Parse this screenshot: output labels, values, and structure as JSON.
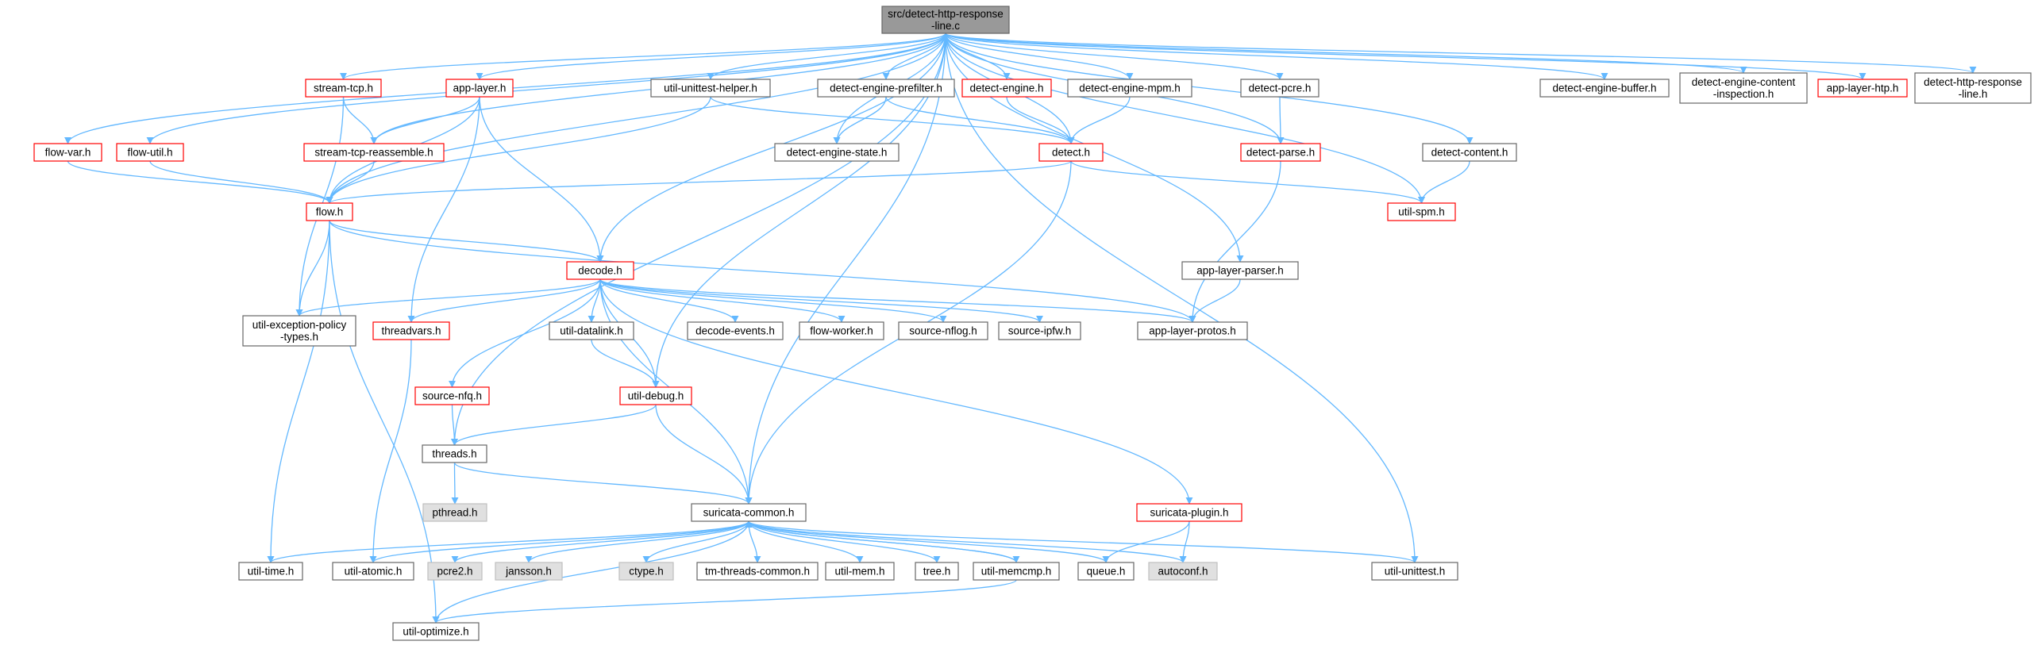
{
  "colors": {
    "edge": "#63b8ff",
    "root_fill": "#999999",
    "root_border": "#666666",
    "normal_border": "#666666",
    "linked_border": "#ff0000",
    "external_fill": "#e0e0e0",
    "external_border": "#bfbfbf",
    "text": "#000000"
  },
  "nodes": [
    {
      "id": "root",
      "label": "src/detect-http-response\n-line.c",
      "kind": "root"
    },
    {
      "id": "stream_tcp",
      "label": "stream-tcp.h",
      "kind": "linked"
    },
    {
      "id": "app_layer",
      "label": "app-layer.h",
      "kind": "linked"
    },
    {
      "id": "util_unittest_helper",
      "label": "util-unittest-helper.h",
      "kind": "normal"
    },
    {
      "id": "detect_engine_prefilter",
      "label": "detect-engine-prefilter.h",
      "kind": "normal"
    },
    {
      "id": "detect_engine",
      "label": "detect-engine.h",
      "kind": "linked"
    },
    {
      "id": "detect_engine_mpm",
      "label": "detect-engine-mpm.h",
      "kind": "normal"
    },
    {
      "id": "detect_pcre",
      "label": "detect-pcre.h",
      "kind": "normal"
    },
    {
      "id": "detect_engine_buffer",
      "label": "detect-engine-buffer.h",
      "kind": "normal"
    },
    {
      "id": "detect_engine_content_inspection",
      "label": "detect-engine-content\n-inspection.h",
      "kind": "normal"
    },
    {
      "id": "app_layer_htp",
      "label": "app-layer-htp.h",
      "kind": "linked"
    },
    {
      "id": "detect_http_response_line_h",
      "label": "detect-http-response\n-line.h",
      "kind": "normal"
    },
    {
      "id": "flow_var",
      "label": "flow-var.h",
      "kind": "linked"
    },
    {
      "id": "flow_util",
      "label": "flow-util.h",
      "kind": "linked"
    },
    {
      "id": "stream_tcp_reassemble",
      "label": "stream-tcp-reassemble.h",
      "kind": "linked"
    },
    {
      "id": "detect_engine_state",
      "label": "detect-engine-state.h",
      "kind": "normal"
    },
    {
      "id": "detect_h",
      "label": "detect.h",
      "kind": "linked"
    },
    {
      "id": "detect_parse",
      "label": "detect-parse.h",
      "kind": "linked"
    },
    {
      "id": "detect_content",
      "label": "detect-content.h",
      "kind": "normal"
    },
    {
      "id": "flow_h",
      "label": "flow.h",
      "kind": "linked"
    },
    {
      "id": "util_spm",
      "label": "util-spm.h",
      "kind": "linked"
    },
    {
      "id": "decode_h",
      "label": "decode.h",
      "kind": "linked"
    },
    {
      "id": "app_layer_parser",
      "label": "app-layer-parser.h",
      "kind": "normal"
    },
    {
      "id": "util_exception_policy_types",
      "label": "util-exception-policy\n-types.h",
      "kind": "normal"
    },
    {
      "id": "threadvars",
      "label": "threadvars.h",
      "kind": "linked"
    },
    {
      "id": "util_datalink",
      "label": "util-datalink.h",
      "kind": "normal"
    },
    {
      "id": "decode_events",
      "label": "decode-events.h",
      "kind": "normal"
    },
    {
      "id": "flow_worker",
      "label": "flow-worker.h",
      "kind": "normal"
    },
    {
      "id": "source_nflog",
      "label": "source-nflog.h",
      "kind": "normal"
    },
    {
      "id": "source_ipfw",
      "label": "source-ipfw.h",
      "kind": "normal"
    },
    {
      "id": "app_layer_protos",
      "label": "app-layer-protos.h",
      "kind": "normal"
    },
    {
      "id": "source_nfq",
      "label": "source-nfq.h",
      "kind": "linked"
    },
    {
      "id": "util_debug",
      "label": "util-debug.h",
      "kind": "linked"
    },
    {
      "id": "threads_h",
      "label": "threads.h",
      "kind": "normal"
    },
    {
      "id": "pthread_h",
      "label": "pthread.h",
      "kind": "external"
    },
    {
      "id": "suricata_common",
      "label": "suricata-common.h",
      "kind": "normal"
    },
    {
      "id": "suricata_plugin",
      "label": "suricata-plugin.h",
      "kind": "linked"
    },
    {
      "id": "util_time",
      "label": "util-time.h",
      "kind": "normal"
    },
    {
      "id": "util_atomic",
      "label": "util-atomic.h",
      "kind": "normal"
    },
    {
      "id": "pcre2_h",
      "label": "pcre2.h",
      "kind": "external"
    },
    {
      "id": "jansson_h",
      "label": "jansson.h",
      "kind": "external"
    },
    {
      "id": "ctype_h",
      "label": "ctype.h",
      "kind": "external"
    },
    {
      "id": "tm_threads_common",
      "label": "tm-threads-common.h",
      "kind": "normal"
    },
    {
      "id": "util_mem",
      "label": "util-mem.h",
      "kind": "normal"
    },
    {
      "id": "tree_h",
      "label": "tree.h",
      "kind": "normal"
    },
    {
      "id": "util_memcmp",
      "label": "util-memcmp.h",
      "kind": "normal"
    },
    {
      "id": "queue_h",
      "label": "queue.h",
      "kind": "normal"
    },
    {
      "id": "autoconf_h",
      "label": "autoconf.h",
      "kind": "external"
    },
    {
      "id": "util_unittest",
      "label": "util-unittest.h",
      "kind": "normal"
    },
    {
      "id": "util_optimize",
      "label": "util-optimize.h",
      "kind": "normal"
    }
  ],
  "edges": [
    [
      "root",
      "stream_tcp"
    ],
    [
      "root",
      "app_layer"
    ],
    [
      "root",
      "util_unittest_helper"
    ],
    [
      "root",
      "detect_engine_prefilter"
    ],
    [
      "root",
      "detect_engine"
    ],
    [
      "root",
      "detect_engine_mpm"
    ],
    [
      "root",
      "detect_pcre"
    ],
    [
      "root",
      "detect_engine_buffer"
    ],
    [
      "root",
      "detect_engine_content_inspection"
    ],
    [
      "root",
      "app_layer_htp"
    ],
    [
      "root",
      "detect_http_response_line_h"
    ],
    [
      "root",
      "flow_var"
    ],
    [
      "root",
      "flow_util"
    ],
    [
      "root",
      "stream_tcp_reassemble"
    ],
    [
      "root",
      "detect_engine_state"
    ],
    [
      "root",
      "detect_h"
    ],
    [
      "root",
      "detect_parse"
    ],
    [
      "root",
      "detect_content"
    ],
    [
      "root",
      "flow_h"
    ],
    [
      "root",
      "util_spm"
    ],
    [
      "root",
      "decode_h"
    ],
    [
      "root",
      "app_layer_parser"
    ],
    [
      "root",
      "threads_h"
    ],
    [
      "root",
      "util_debug"
    ],
    [
      "root",
      "suricata_common"
    ],
    [
      "root",
      "util_unittest"
    ],
    [
      "stream_tcp",
      "stream_tcp_reassemble"
    ],
    [
      "stream_tcp",
      "util_exception_policy_types"
    ],
    [
      "app_layer",
      "stream_tcp_reassemble"
    ],
    [
      "app_layer",
      "flow_h"
    ],
    [
      "app_layer",
      "decode_h"
    ],
    [
      "app_layer",
      "threadvars"
    ],
    [
      "util_unittest_helper",
      "flow_h"
    ],
    [
      "util_unittest_helper",
      "detect_h"
    ],
    [
      "detect_engine_prefilter",
      "detect_engine_state"
    ],
    [
      "detect_engine_prefilter",
      "detect_h"
    ],
    [
      "detect_engine",
      "detect_h"
    ],
    [
      "detect_engine_mpm",
      "detect_h"
    ],
    [
      "detect_pcre",
      "detect_parse"
    ],
    [
      "flow_var",
      "flow_h"
    ],
    [
      "flow_util",
      "flow_h"
    ],
    [
      "stream_tcp_reassemble",
      "flow_h"
    ],
    [
      "detect_h",
      "flow_h"
    ],
    [
      "detect_h",
      "util_spm"
    ],
    [
      "detect_h",
      "suricata_common"
    ],
    [
      "detect_parse",
      "app_layer_protos"
    ],
    [
      "detect_content",
      "util_spm"
    ],
    [
      "flow_h",
      "decode_h"
    ],
    [
      "flow_h",
      "util_exception_policy_types"
    ],
    [
      "flow_h",
      "app_layer_protos"
    ],
    [
      "flow_h",
      "util_time"
    ],
    [
      "flow_h",
      "util_optimize"
    ],
    [
      "decode_h",
      "util_exception_policy_types"
    ],
    [
      "decode_h",
      "threadvars"
    ],
    [
      "decode_h",
      "util_datalink"
    ],
    [
      "decode_h",
      "decode_events"
    ],
    [
      "decode_h",
      "flow_worker"
    ],
    [
      "decode_h",
      "source_nflog"
    ],
    [
      "decode_h",
      "source_ipfw"
    ],
    [
      "decode_h",
      "app_layer_protos"
    ],
    [
      "decode_h",
      "source_nfq"
    ],
    [
      "decode_h",
      "util_debug"
    ],
    [
      "decode_h",
      "suricata_common"
    ],
    [
      "decode_h",
      "suricata_plugin"
    ],
    [
      "app_layer_parser",
      "app_layer_protos"
    ],
    [
      "threadvars",
      "util_atomic"
    ],
    [
      "util_datalink",
      "util_debug"
    ],
    [
      "source_nfq",
      "threads_h"
    ],
    [
      "util_debug",
      "threads_h"
    ],
    [
      "util_debug",
      "suricata_common"
    ],
    [
      "threads_h",
      "pthread_h"
    ],
    [
      "threads_h",
      "suricata_common"
    ],
    [
      "suricata_common",
      "util_time"
    ],
    [
      "suricata_common",
      "util_atomic"
    ],
    [
      "suricata_common",
      "pcre2_h"
    ],
    [
      "suricata_common",
      "jansson_h"
    ],
    [
      "suricata_common",
      "ctype_h"
    ],
    [
      "suricata_common",
      "tm_threads_common"
    ],
    [
      "suricata_common",
      "util_mem"
    ],
    [
      "suricata_common",
      "tree_h"
    ],
    [
      "suricata_common",
      "util_memcmp"
    ],
    [
      "suricata_common",
      "queue_h"
    ],
    [
      "suricata_common",
      "autoconf_h"
    ],
    [
      "suricata_common",
      "util_unittest"
    ],
    [
      "suricata_common",
      "util_optimize"
    ],
    [
      "util_memcmp",
      "suricata_common"
    ],
    [
      "util_memcmp",
      "util_optimize"
    ],
    [
      "suricata_plugin",
      "queue_h"
    ],
    [
      "suricata_plugin",
      "autoconf_h"
    ]
  ]
}
